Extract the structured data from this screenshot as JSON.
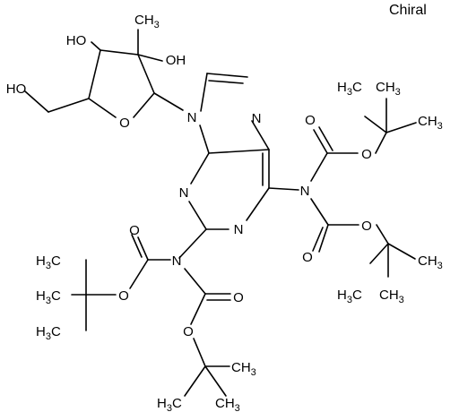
{
  "diagram": {
    "type": "chemical-structure",
    "chiral_label": "Chiral",
    "atoms": {
      "oh_c3": "HO",
      "oh_c2": "OH",
      "ch3_c2": "CH",
      "ch3_c2_sub": "3",
      "ho_c5": "HO",
      "o_ring": "O",
      "n9": "N",
      "n7": "N",
      "n3": "N",
      "n1": "N",
      "n_c6": "N",
      "n_c2": "N",
      "o_c6a_dbl": "O",
      "o_c6a_ester": "O",
      "o_c6b_ester": "O",
      "o_c6b_dbl": "O",
      "o_c2a_dbl": "O",
      "o_c2a_ester": "O",
      "o_c2b_dbl": "O",
      "o_c2b_ester": "O",
      "h3c": "H",
      "h3c_sub": "3",
      "h3c_c": "C",
      "ch3": "CH",
      "ch3_sub": "3"
    }
  }
}
